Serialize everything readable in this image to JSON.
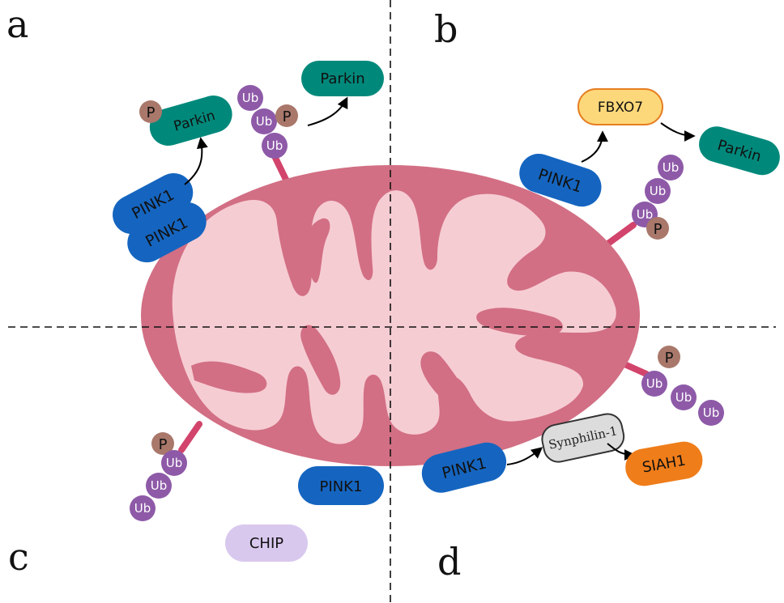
{
  "panels": {
    "a": "a",
    "b": "b",
    "c": "c",
    "d": "d"
  },
  "labels": {
    "pink1": "PINK1",
    "parkin": "Parkin",
    "fbxo7": "FBXO7",
    "synphilin": "Synphilin-1",
    "siah1": "SIAH1",
    "chip": "CHIP",
    "ub": "Ub",
    "p": "P"
  },
  "colors": {
    "pink1": "#1565c0",
    "parkin": "#00897b",
    "fbxo7": "#fdd87a",
    "fbxo7_border": "#e67e22",
    "synphilin": "#dcdcdc",
    "siah1": "#ef7d1a",
    "chip": "#d9c8ee",
    "ub": "#8e5aa8",
    "phospho": "#a9786b",
    "mito_outer": "#d26f84",
    "mito_inner": "#f6ccd3"
  }
}
